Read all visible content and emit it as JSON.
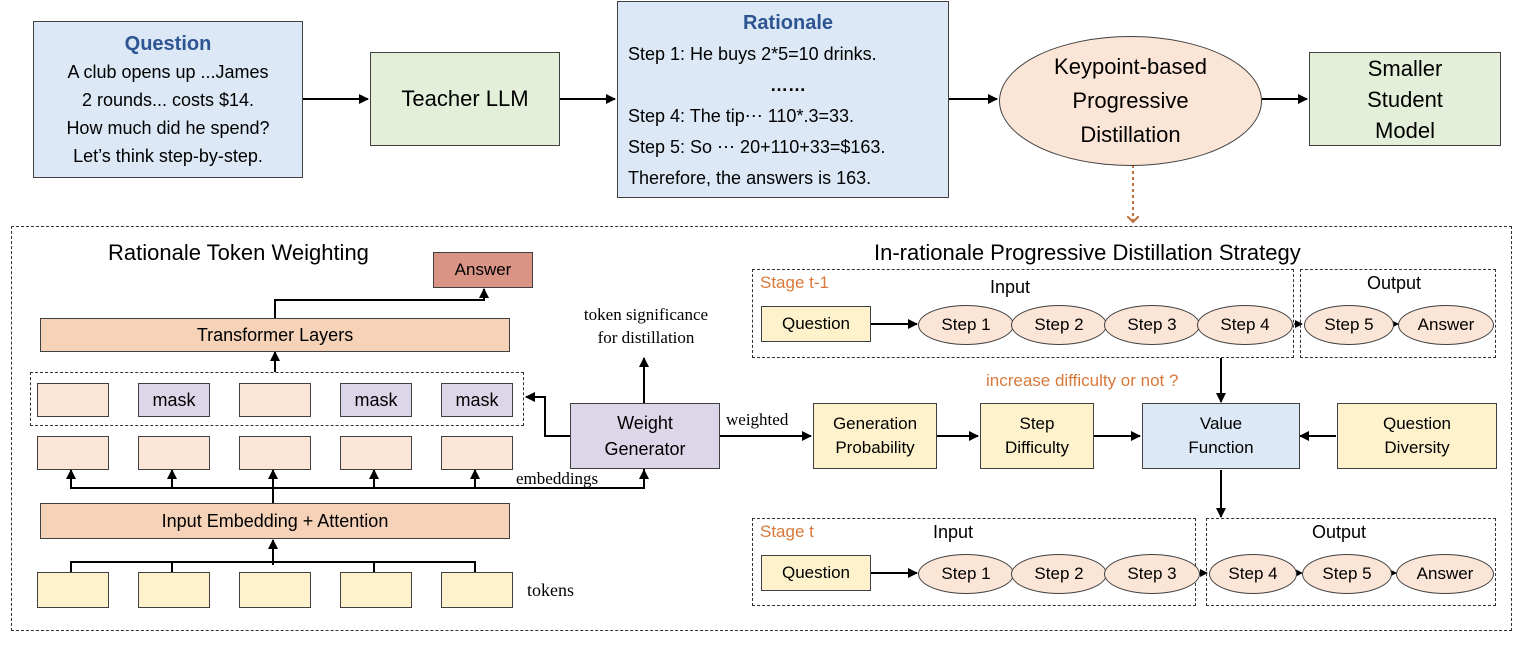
{
  "question": {
    "title": "Question",
    "lines": [
      "A club opens up ...James",
      "2 rounds...  costs $14.",
      "How much did he spend?",
      "Let’s think step-by-step."
    ]
  },
  "teacher": "Teacher LLM",
  "rationale": {
    "title": "Rationale",
    "lines": [
      "Step 1: He buys 2*5=10 drinks.",
      "……",
      "Step 4: The tip⋯ 110*.3=33.",
      "Step 5: So ⋯ 20+110+33=$163.",
      "Therefore, the answers is 163."
    ]
  },
  "distill": [
    "Keypoint-based",
    "Progressive",
    "Distillation"
  ],
  "student": [
    "Smaller",
    "Student",
    "Model"
  ],
  "left": {
    "title": "Rationale Token Weighting",
    "answer": "Answer",
    "transformer": "Transformer Layers",
    "mask": "mask",
    "input_embed": "Input Embedding + Attention",
    "embeddings": "embeddings",
    "tokens": "tokens",
    "weight_gen": [
      "Weight",
      "Generator"
    ],
    "significance": [
      "token significance",
      "for distillation"
    ],
    "weighted": "weighted"
  },
  "right": {
    "title": "In-rationale Progressive Distillation Strategy",
    "stage1": {
      "label": "Stage t-1",
      "input": "Input",
      "output": "Output",
      "question": "Question",
      "input_steps": [
        "Step 1",
        "Step 2",
        "Step 3",
        "Step 4"
      ],
      "output_steps": [
        "Step 5",
        "Answer"
      ]
    },
    "increase": "increase difficulty or not ?",
    "gen_prob": [
      "Generation",
      "Probability"
    ],
    "step_diff": [
      "Step",
      "Difficulty"
    ],
    "value_fn": [
      "Value",
      "Function"
    ],
    "q_div": [
      "Question",
      "Diversity"
    ],
    "stage2": {
      "label": "Stage t",
      "input": "Input",
      "output": "Output",
      "question": "Question",
      "input_steps": [
        "Step 1",
        "Step 2",
        "Step 3"
      ],
      "output_steps": [
        "Step 4",
        "Step 5",
        "Answer"
      ]
    }
  }
}
